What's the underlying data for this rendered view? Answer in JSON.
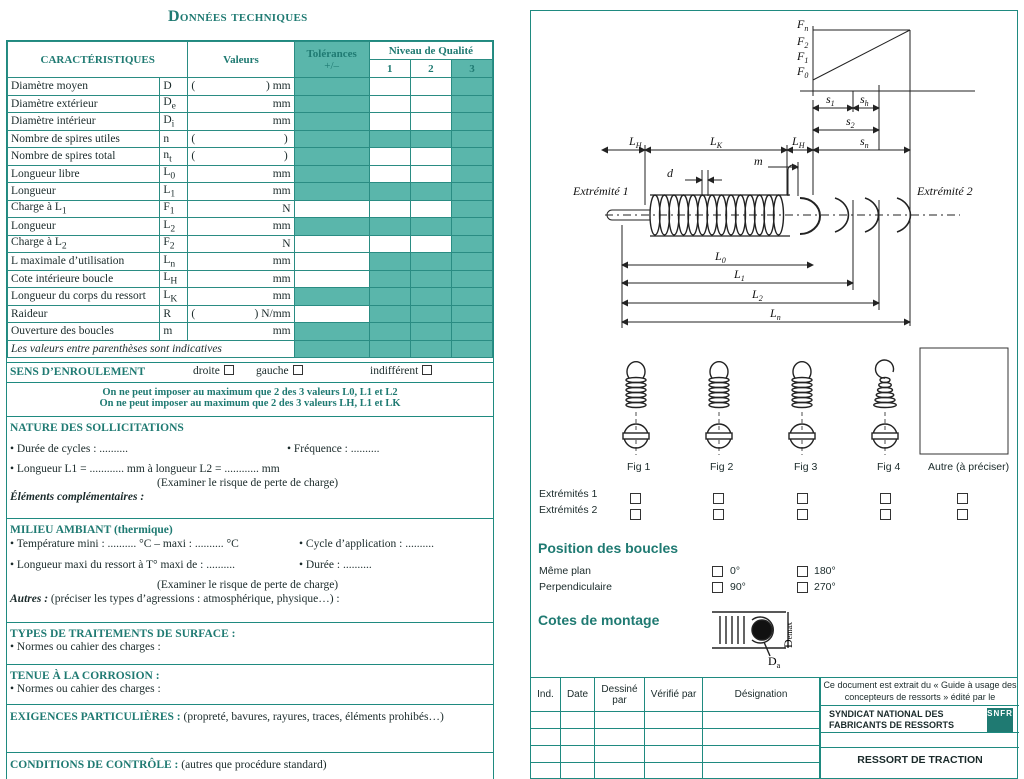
{
  "left": {
    "title": "Données techniques",
    "table": {
      "headers": {
        "caracteristiques": "CARACTÉRISTIQUES",
        "valeurs": "Valeurs",
        "tolerances": "Tolérances",
        "tolerances_sub": "+/–",
        "niveau": "Niveau de Qualité",
        "q1": "1",
        "q2": "2",
        "q3": "3"
      },
      "rows": [
        {
          "name": "Diamètre moyen",
          "sym": "D",
          "sub": "",
          "paren": true,
          "unit": "mm",
          "shade": [
            true,
            false,
            false,
            true
          ]
        },
        {
          "name": "Diamètre extérieur",
          "sym": "D",
          "sub": "e",
          "paren": false,
          "unit": "mm",
          "shade": [
            true,
            false,
            false,
            true
          ]
        },
        {
          "name": "Diamètre intérieur",
          "sym": "D",
          "sub": "i",
          "paren": false,
          "unit": "mm",
          "shade": [
            true,
            false,
            false,
            true
          ]
        },
        {
          "name": "Nombre de spires utiles",
          "sym": "n",
          "sub": "",
          "paren": true,
          "unit": "",
          "shade": [
            true,
            true,
            true,
            true
          ]
        },
        {
          "name": "Nombre de spires total",
          "sym": "n",
          "sub": "t",
          "paren": true,
          "unit": "",
          "shade": [
            true,
            false,
            false,
            true
          ]
        },
        {
          "name": "Longueur libre",
          "sym": "L",
          "sub": "0",
          "paren": false,
          "unit": "mm",
          "shade": [
            true,
            false,
            false,
            true
          ]
        },
        {
          "name": "Longueur",
          "sym": "L",
          "sub": "1",
          "paren": false,
          "unit": "mm",
          "shade": [
            true,
            true,
            true,
            true
          ]
        },
        {
          "name": "Charge à L",
          "name_sub": "1",
          "sym": "F",
          "sub": "1",
          "paren": false,
          "unit": "N",
          "shade": [
            false,
            false,
            false,
            true
          ]
        },
        {
          "name": "Longueur",
          "sym": "L",
          "sub": "2",
          "paren": false,
          "unit": "mm",
          "shade": [
            true,
            true,
            true,
            true
          ]
        },
        {
          "name": "Charge à L",
          "name_sub": "2",
          "sym": "F",
          "sub": "2",
          "paren": false,
          "unit": "N",
          "shade": [
            false,
            false,
            false,
            true
          ]
        },
        {
          "name": "L maximale d’utilisation",
          "sym": "L",
          "sub": "n",
          "paren": false,
          "unit": "mm",
          "shade": [
            false,
            true,
            true,
            true
          ]
        },
        {
          "name": "Cote intérieure boucle",
          "sym": "L",
          "sub": "H",
          "paren": false,
          "unit": "mm",
          "shade": [
            false,
            true,
            true,
            true
          ]
        },
        {
          "name": "Longueur du corps du ressort",
          "sym": "L",
          "sub": "K",
          "paren": false,
          "unit": "mm",
          "shade": [
            true,
            true,
            true,
            true
          ]
        },
        {
          "name": "Raideur",
          "sym": "R",
          "sub": "",
          "paren": true,
          "unit": "N/mm",
          "shade": [
            false,
            true,
            true,
            true
          ]
        },
        {
          "name": "Ouverture des boucles",
          "sym": "m",
          "sub": "",
          "paren": false,
          "unit": "mm",
          "shade": [
            true,
            true,
            true,
            true
          ]
        }
      ],
      "note": "Les valeurs entre parenthèses sont indicatives"
    },
    "enroulement": {
      "title": "SENS D’ENROULEMENT",
      "droite": "droite",
      "gauche": "gauche",
      "indifferent": "indifférent"
    },
    "warn1": "On ne peut imposer au maximum que 2 des 3 valeurs L0, L1 et L2",
    "warn2": "On ne peut imposer au maximum que 2 des 3 valeurs LH, L1 et LK",
    "sollicitations": {
      "title": "NATURE DES SOLLICITATIONS",
      "cycles": "• Durée de cycles : ..........",
      "frequence": "• Fréquence : ..........",
      "longueur": "• Longueur L1 = ............ mm    à    longueur L2 = ............ mm",
      "note": "(Examiner le risque de perte de charge)",
      "elements": "Éléments complémentaires :"
    },
    "milieu": {
      "title": "MILIEU AMBIANT (thermique)",
      "temp": "• Température mini : .......... °C  –  maxi : .......... °C",
      "cycle": "• Cycle d’application : ..........",
      "longmaxi": "• Longueur maxi du ressort à T° maxi de : ..........",
      "duree": "• Durée : ..........",
      "note": "(Examiner le risque de perte de charge)",
      "autres_label": "Autres :",
      "autres": "(préciser les types d’agressions : atmosphérique, physique…) :"
    },
    "traitements": {
      "title": "TYPES DE TRAITEMENTS DE SURFACE :",
      "line": "• Normes ou cahier des charges :"
    },
    "corrosion": {
      "title": "TENUE À LA CORROSION :",
      "line": "• Normes ou cahier des charges :"
    },
    "exigences": {
      "title": "EXIGENCES PARTICULIÈRES :",
      "line": "(propreté, bavures, rayures, traces, éléments prohibés…)"
    },
    "controle": {
      "title": "CONDITIONS DE CONTRÔLE :",
      "line": "(autres que procédure standard)"
    }
  },
  "right": {
    "drawing": {
      "extremite1": "Extrémité 1",
      "extremite2": "Extrémité 2",
      "Fn": "F",
      "Fn_sub": "n",
      "F2_sub": "2",
      "F1_sub": "1",
      "F0_sub": "0",
      "s1": "s",
      "s1_sub": "1",
      "sh_sub": "h",
      "s2_sub": "2",
      "sn_sub": "n",
      "LH": "L",
      "LH_sub": "H",
      "LK_sub": "K",
      "d": "d",
      "m": "m",
      "L0_sub": "0",
      "L1_sub": "1",
      "L2_sub": "2",
      "Ln_sub": "n"
    },
    "figures": [
      "Fig 1",
      "Fig 2",
      "Fig 3",
      "Fig 4",
      "Autre (à préciser)"
    ],
    "extremites1": "Extrémités 1",
    "extremites2": "Extrémités 2",
    "position": {
      "title": "Position des boucles",
      "meme_plan": "Même plan",
      "perpendiculaire": "Perpendiculaire",
      "o0": "0°",
      "o180": "180°",
      "o90": "90°",
      "o270": "270°"
    },
    "cotes": {
      "title": "Cotes de montage",
      "demax": "D",
      "demax_sub": "emax",
      "da": "D",
      "da_sub": "a"
    },
    "title_block": {
      "headers": [
        "Ind.",
        "Date",
        "Dessiné par",
        "Vérifié par",
        "Désignation"
      ],
      "extract": "Ce document est extrait du « Guide à usage des concepteurs de ressorts » édité par le",
      "syndicat": "SYNDICAT NATIONAL DES FABRICANTS DE RESSORTS",
      "logo": "SNFR",
      "document_title": "RESSORT DE TRACTION"
    }
  },
  "colors": {
    "accent": "#1f7a72",
    "shade": "#5ab6ab"
  }
}
